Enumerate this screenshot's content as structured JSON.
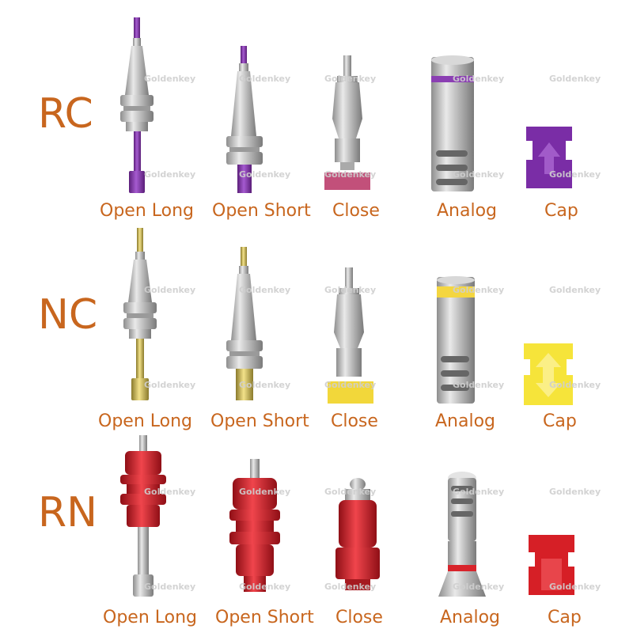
{
  "watermark": "Goldenkey",
  "rows": [
    {
      "label": "RC",
      "accent": "#8a3fb0",
      "parts": [
        "Open Long",
        "Open Short",
        "Close",
        "Analog",
        "Cap"
      ]
    },
    {
      "label": "NC",
      "accent": "#f1d83a",
      "parts": [
        "Open Long",
        "Open Short",
        "Close",
        "Analog",
        "Cap"
      ]
    },
    {
      "label": "RN",
      "accent": "#d8242b",
      "parts": [
        "Open Long",
        "Open Short",
        "Close",
        "Analog",
        "Cap"
      ]
    }
  ]
}
